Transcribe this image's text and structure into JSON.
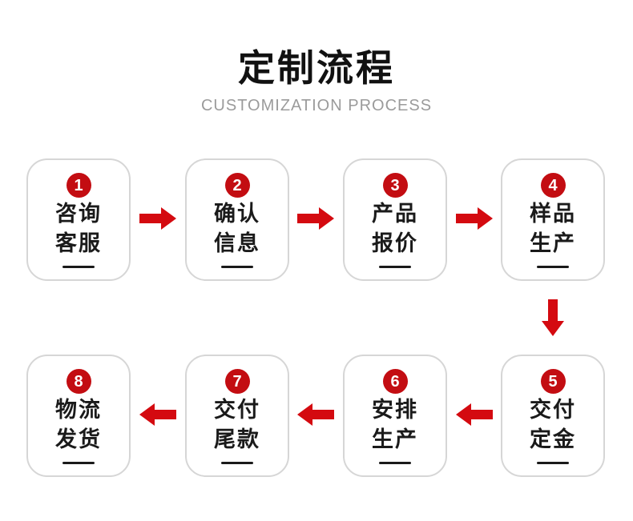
{
  "header": {
    "title": "定制流程",
    "subtitle": "CUSTOMIZATION PROCESS"
  },
  "steps": [
    {
      "number": "1",
      "line1": "咨询",
      "line2": "客服"
    },
    {
      "number": "2",
      "line1": "确认",
      "line2": "信息"
    },
    {
      "number": "3",
      "line1": "产品",
      "line2": "报价"
    },
    {
      "number": "4",
      "line1": "样品",
      "line2": "生产"
    },
    {
      "number": "5",
      "line1": "交付",
      "line2": "定金"
    },
    {
      "number": "6",
      "line1": "安排",
      "line2": "生产"
    },
    {
      "number": "7",
      "line1": "交付",
      "line2": "尾款"
    },
    {
      "number": "8",
      "line1": "物流",
      "line2": "发货"
    }
  ],
  "colors": {
    "badge_red": "#c30d12",
    "arrow_red": "#d40a10",
    "card_border": "#d6d6d6",
    "title_black": "#111111",
    "subtitle_gray": "#9b9b9b",
    "text_dark": "#1a1a1a"
  },
  "icons": {
    "arrow_right": "➡",
    "arrow_left": "⬅",
    "arrow_down": "⬇"
  }
}
